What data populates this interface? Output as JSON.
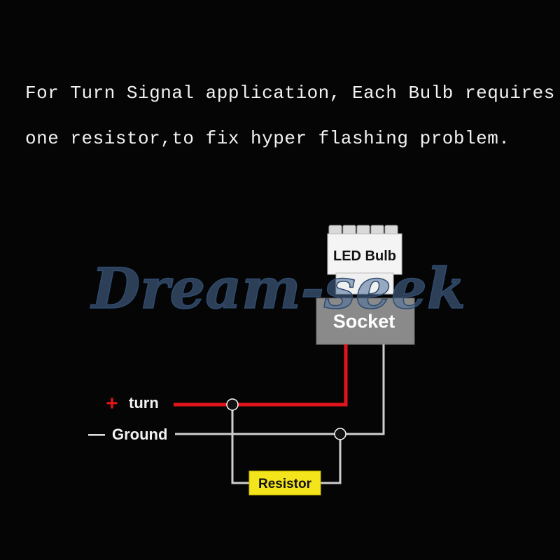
{
  "caption": {
    "line1": "For Turn Signal application, Each Bulb requires",
    "line2": "one resistor,to fix hyper flashing problem."
  },
  "bulb": {
    "label": "LED Bulb"
  },
  "socket": {
    "label": "Socket"
  },
  "wires": {
    "turn_label": "turn",
    "turn_sign": "+",
    "ground_label": "Ground",
    "ground_sign": "—"
  },
  "resistor": {
    "label": "Resistor"
  },
  "watermark": {
    "text": "Dream-seek"
  },
  "colors": {
    "background": "#050505",
    "turn_wire": "#e0141c",
    "ground_wire": "#cfcfcf",
    "resistor_fill": "#f3e41c",
    "socket_fill": "#8a8a8a",
    "bulb_fill": "#f4f4f4",
    "watermark": "#4d6f9a"
  }
}
